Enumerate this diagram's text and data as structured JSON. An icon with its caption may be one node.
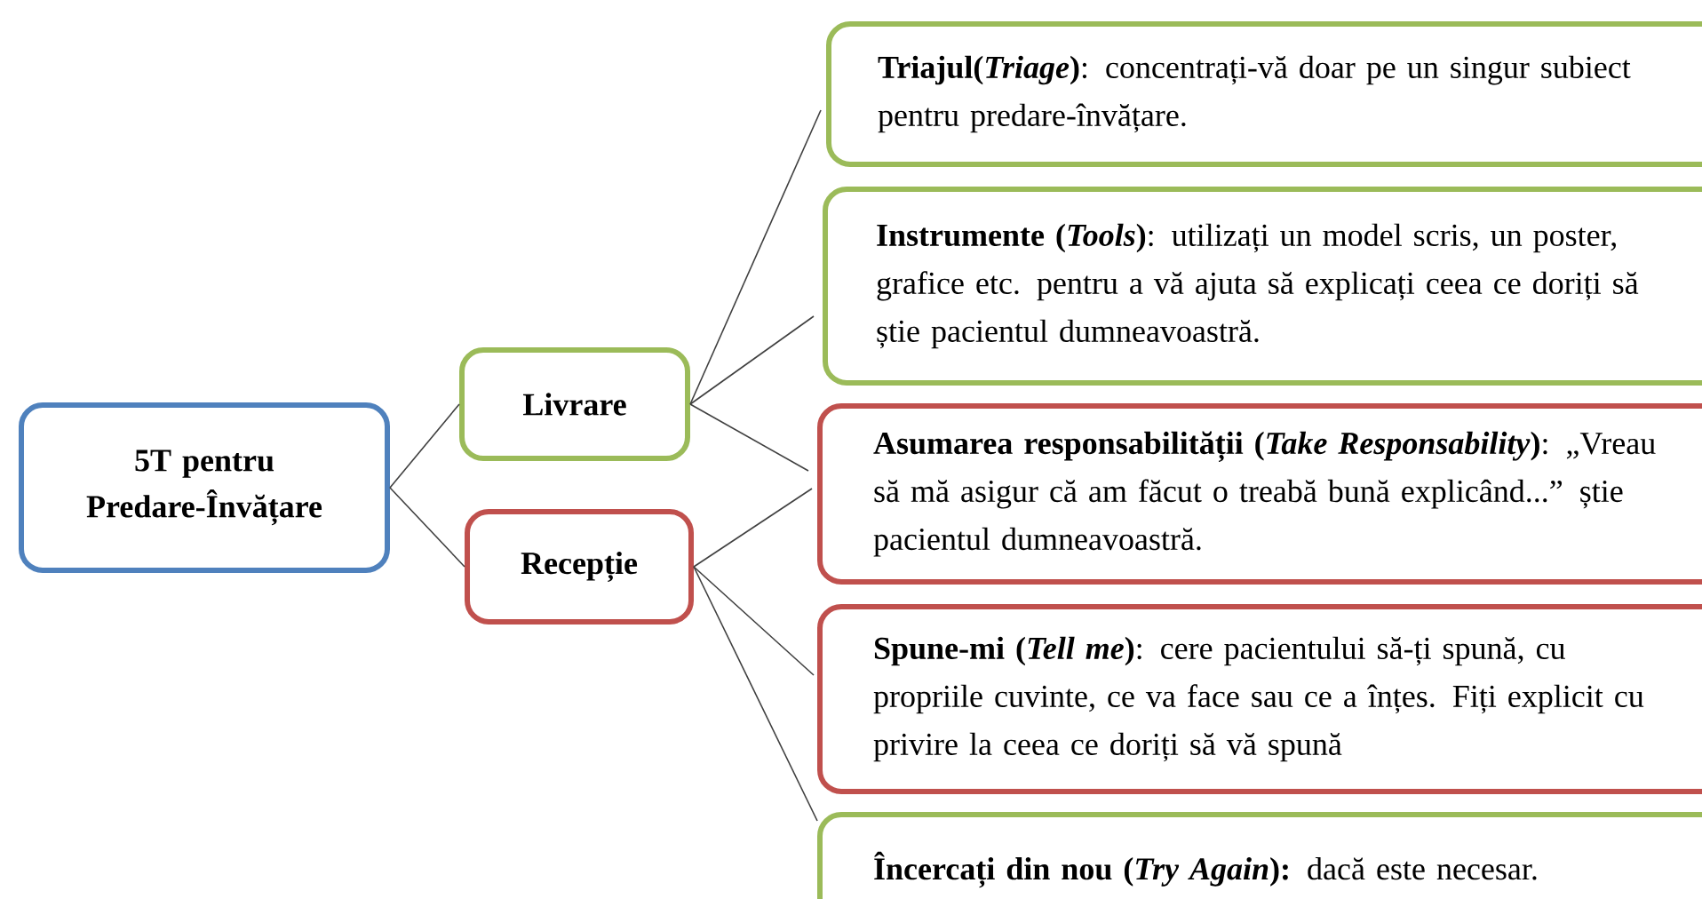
{
  "diagram": {
    "nodes": [
      {
        "text": [
          "5T pentru Predare-Învățare"
        ]
      },
      {
        "text": [
          "Livrare"
        ]
      },
      {
        "text": [
          "Recepție"
        ]
      },
      {
        "text": [
          "**Triajul(*Triage*)**: concentrați-vă doar pe un singur subiect pentru predare-învățare."
        ]
      },
      {
        "text": [
          "**Instrumente (*Tools*)**: utilizați un model scris, un poster, grafice etc. pentru a vă ajuta să explicați ceea ce doriți să știe pacientul dumneavoastră."
        ]
      },
      {
        "text": [
          "**Asumarea responsabilității (*Take Responsability*)**: „Vreau să mă asigur că am făcut o treabă bună explicând...” știe pacientul dumneavoastră."
        ]
      },
      {
        "text": [
          "**Spune-mi (*Tell me*)**: cere pacientului să-ți spună, cu propriile cuvinte, ce va face sau ce a înțes. Fiți explicit cu privire la ceea ce doriți să vă spună"
        ]
      },
      {
        "text": [
          "**Încercați din nou (*Try Again*):** dacă este necesar."
        ]
      }
    ],
    "edges": [
      {
        "from": 0,
        "to": 1,
        "arrow": "none"
      },
      {
        "from": 0,
        "to": 2,
        "arrow": "none"
      },
      {
        "from": 1,
        "to": 3,
        "arrow": "none"
      },
      {
        "from": 1,
        "to": 4,
        "arrow": "none"
      },
      {
        "from": 1,
        "to": 5,
        "arrow": "none"
      },
      {
        "from": 2,
        "to": 5,
        "arrow": "none"
      },
      {
        "from": 2,
        "to": 6,
        "arrow": "none"
      },
      {
        "from": 2,
        "to": 7,
        "arrow": "none"
      }
    ]
  }
}
